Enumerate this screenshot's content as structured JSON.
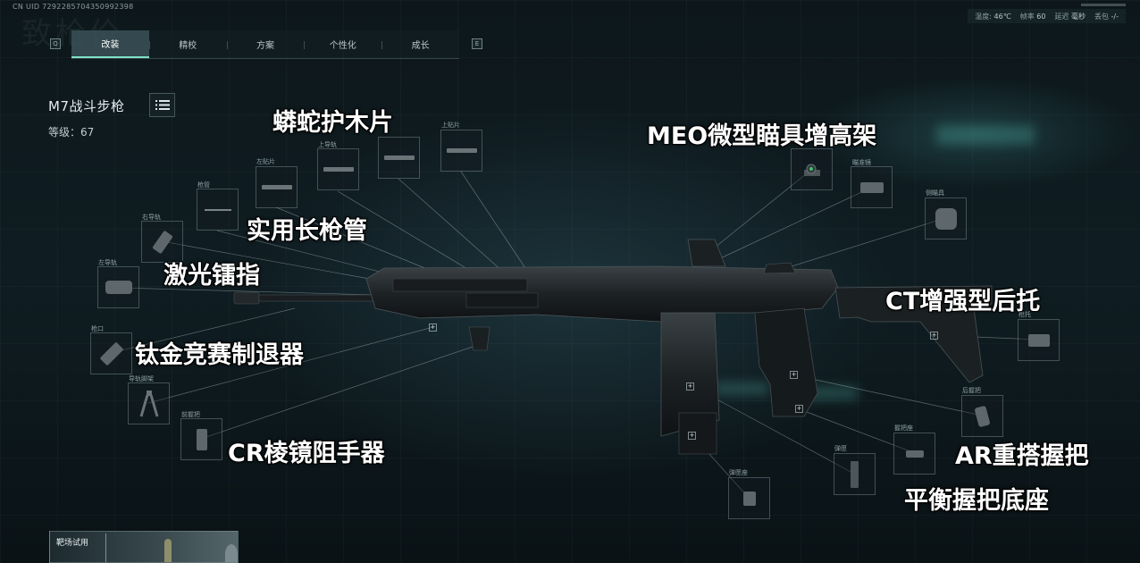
{
  "uid": "CN UID 7292285704350992398",
  "watermark_text": "致枪价",
  "sysinfo": {
    "temp_label": "温度:",
    "temp_value": "46℃",
    "fps_label": "帧率",
    "fps_value": "60",
    "latency_label": "延迟",
    "latency_value": "毫秒",
    "loss_label": "丢包",
    "loss_value": "-/-"
  },
  "tabs": [
    {
      "label": "改装",
      "active": true
    },
    {
      "label": "精校",
      "active": false
    },
    {
      "label": "方案",
      "active": false
    },
    {
      "label": "个性化",
      "active": false
    },
    {
      "label": "成长",
      "active": false
    }
  ],
  "keyhints": {
    "left": "Q",
    "right": "E"
  },
  "weapon": {
    "name": "M7战斗步枪",
    "level": "等级：67"
  },
  "slots": {
    "upper_plate": "上贴片",
    "upper_rail": "上导轨",
    "left_plate": "左贴片",
    "barrel": "枪管",
    "right_rail": "右导轨",
    "left_rail": "左导轨",
    "muzzle": "枪口",
    "rail_bipod": "导轨脚架",
    "foregrip": "前握把",
    "optic": "瞄准镜",
    "side_optic": "侧瞄具",
    "stock": "枪托",
    "rear_grip": "后握把",
    "grip_base": "握把座",
    "magazine": "弹匣",
    "mag_base": "弹匣座"
  },
  "callouts": {
    "handguard": "蟒蛇护木片",
    "optic_mount": "MEO微型瞄具增高架",
    "barrel": "实用长枪管",
    "laser": "激光镭指",
    "muzzle": "钛金竞赛制退器",
    "foregrip": "CR棱镜阻手器",
    "stock": "CT增强型后托",
    "rear_grip": "AR重搭握把",
    "grip_base": "平衡握把底座"
  },
  "firing_range": {
    "label": "靶场试用"
  },
  "colors": {
    "accent": "#7fe1c8",
    "background": "#0b1418",
    "label": "#ffffff"
  }
}
